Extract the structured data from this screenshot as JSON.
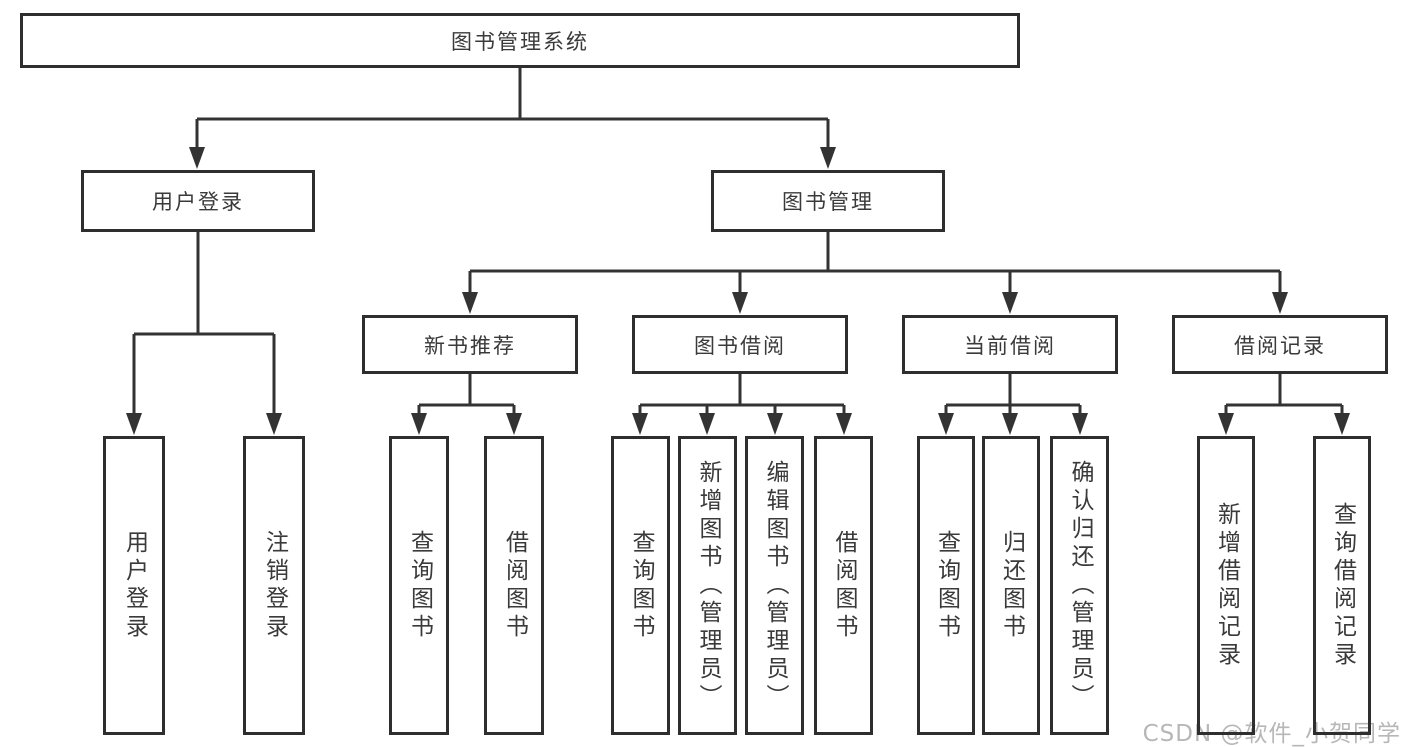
{
  "tree": {
    "label": "图书管理系统",
    "children": [
      {
        "label": "用户登录",
        "children": [
          {
            "label": "用户登录"
          },
          {
            "label": "注销登录"
          }
        ]
      },
      {
        "label": "图书管理",
        "children": [
          {
            "label": "新书推荐",
            "children": [
              {
                "label": "查询图书"
              },
              {
                "label": "借阅图书"
              }
            ]
          },
          {
            "label": "图书借阅",
            "children": [
              {
                "label": "查询图书"
              },
              {
                "label": "新增图书（管理员）"
              },
              {
                "label": "编辑图书（管理员）"
              },
              {
                "label": "借阅图书"
              }
            ]
          },
          {
            "label": "当前借阅",
            "children": [
              {
                "label": "查询图书"
              },
              {
                "label": "归还图书"
              },
              {
                "label": "确认归还（管理员）"
              }
            ]
          },
          {
            "label": "借阅记录",
            "children": [
              {
                "label": "新增借阅记录"
              },
              {
                "label": "查询借阅记录"
              }
            ]
          }
        ]
      }
    ]
  },
  "watermark": {
    "text": "CSDN @软件_小贺同学"
  },
  "colors": {
    "line": "#333333",
    "box_border": "#2e2e2e",
    "text": "#3a3a3a",
    "watermark": "#b7b7b7",
    "background": "#ffffff"
  }
}
